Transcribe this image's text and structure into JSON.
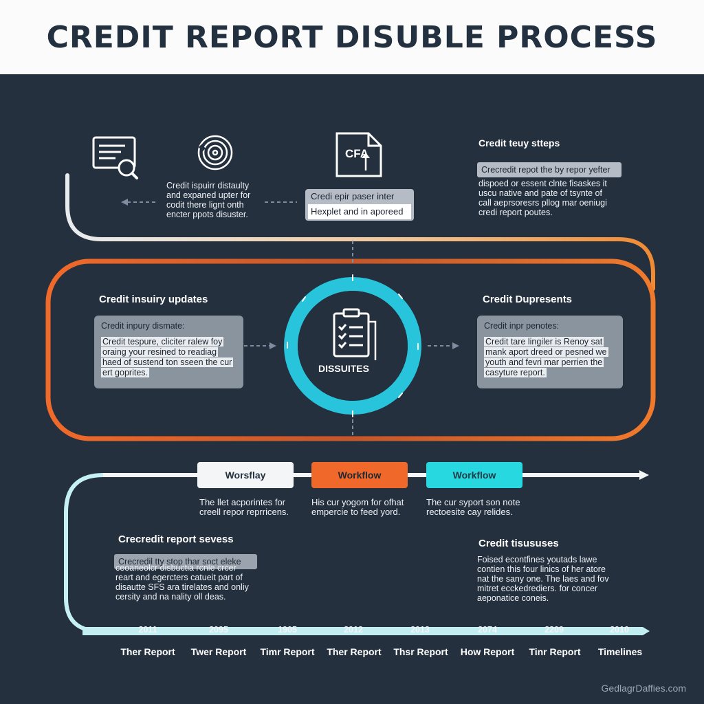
{
  "title": "CREDIT REPORT DISUBLE PROCESS",
  "top": {
    "left_text": "Credit ispuirr distaulty\nand expaned upter for\ncodit there lignt onth\nencter ppots disuster.",
    "center_box_line1": "Credi epir paser inter",
    "center_box_line2": "Hexplet and in aporeed",
    "icon_label": "CFA",
    "right_heading": "Credit teuy stteps",
    "right_highlight": "Crecredit repot the by repor yefter",
    "right_text": "dispoed or essent clnte fisaskes it\nuscu native and pate of tsynte of\ncall aeprsoresrs pllog mar oeniugi\ncredi report poutes."
  },
  "middle": {
    "left_heading": "Credit insuiry updates",
    "left_box_title": "Credit inpury dismate:",
    "left_box_text": "Credit tespure, cliciter ralew foy oraing your resined to readiag haed of sustend ton sseen the cur ert goprites.",
    "center_label": "DISSUITES",
    "right_heading": "Credit Dupresents",
    "right_box_title": "Credit inpr penotes:",
    "right_box_text": "Credit tare lingiler is Renoy sat mank aport dreed or pesned we youth and fevri mar perrien the casyture report."
  },
  "workflow": {
    "pills": [
      {
        "label": "Worsflay",
        "bg": "#f3f5f7",
        "fg": "#25303f"
      },
      {
        "label": "Workflow",
        "bg": "#f0682a",
        "fg": "#1e2733"
      },
      {
        "label": "Workflow",
        "bg": "#27d8e0",
        "fg": "#1e3a44"
      }
    ],
    "captions": [
      "The llet acporintes for\ncreell repor reprricens.",
      "His cur yogom for ofhat\nempercie to feed yord.",
      "The cur syport son note\nrectoesite cay relides."
    ]
  },
  "bottom": {
    "left_heading": "Crecredit report sevess",
    "left_highlight": "Crecredil tty stop thar soct eleke",
    "left_text": "ceoaneolcr disbuctia rcnle crcer\nreart and egercters catueit part of\ndisautte SFS ara tirelates and onliy\ncersity and na nality oll deas.",
    "right_heading": "Credit tisususes",
    "right_text": "Foised econtfines youtads lawe\ncontien this four linics of her atore\nnat the sany one. The laes and fov\nmitret ecckedrediers. for concer\naeponatice coneis."
  },
  "timeline": {
    "years": [
      "2011",
      "2095",
      "1905",
      "2012",
      "2013",
      "2074",
      "2209",
      "2010"
    ],
    "labels": [
      "Ther Report",
      "Twer Report",
      "Timr Report",
      "Ther Report",
      "Thsr Report",
      "How Report",
      "Tinr Report",
      "Timelines"
    ]
  },
  "footer": "GedlagrDaffies.com",
  "colors": {
    "background": "#25303f",
    "orange": "#f0682a",
    "cyan": "#27c4dc",
    "box_gray": "#8a949f"
  }
}
